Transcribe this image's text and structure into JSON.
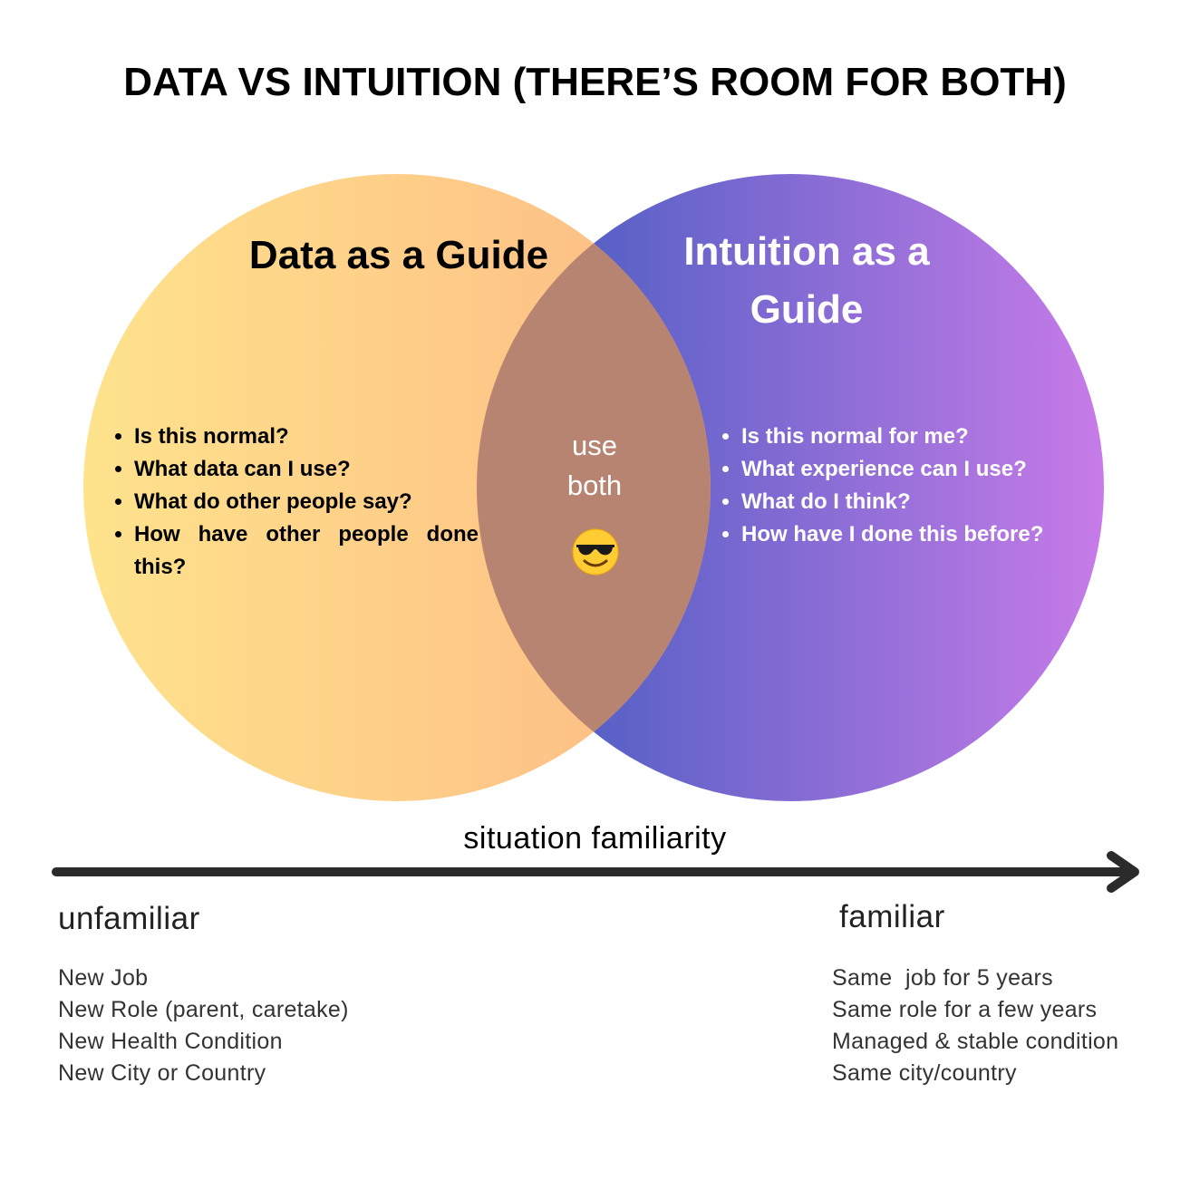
{
  "title": "DATA VS INTUITION (THERE’S ROOM FOR BOTH)",
  "left_circle": {
    "title": "Data as a Guide",
    "items": [
      "Is this normal?",
      "What data can I use?",
      "What do other people say?",
      "How have other people done this?"
    ]
  },
  "right_circle": {
    "title_line1": "Intuition as a",
    "title_line2": "Guide",
    "items": [
      "Is this normal for me?",
      "What experience can I use?",
      "What do I think?",
      "How have I done this before?"
    ]
  },
  "overlap": {
    "line1": "use",
    "line2": "both",
    "icon": "smiling-face-with-sunglasses-icon"
  },
  "axis": {
    "label": "situation familiarity",
    "left_label": "unfamiliar",
    "right_label": "familiar"
  },
  "left_examples": [
    "New Job",
    "New Role (parent, caretake)",
    "New Health Condition",
    "New City or Country"
  ],
  "right_examples": [
    "Same  job for 5 years",
    "Same role for a few years",
    "Managed & stable condition",
    "Same city/country"
  ],
  "colors": {
    "left_gradient_start": "#FEE38C",
    "left_gradient_end": "#FDBA85",
    "right_gradient_start": "#3E5BBE",
    "right_gradient_end": "#C77BE8",
    "overlap": "#C0826F",
    "arrow": "#2B2B2B"
  }
}
